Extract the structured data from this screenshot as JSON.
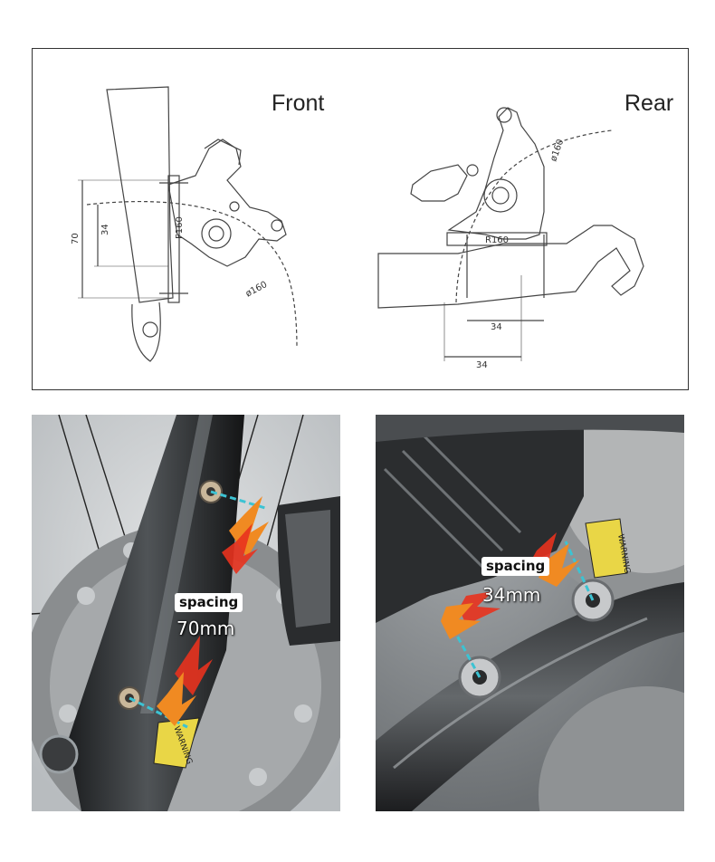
{
  "diagram": {
    "front_label": "Front",
    "rear_label": "Rear",
    "front_dims": {
      "d70": "70",
      "d34": "34",
      "rotor": "ø160",
      "mount": "F160"
    },
    "rear_dims": {
      "d34a": "34",
      "d34b": "34",
      "rotor": "ø160",
      "mount": "R160"
    }
  },
  "photos": {
    "front": {
      "spacing_label": "spacing",
      "spacing_value": "70mm",
      "warning_text": "WARNING"
    },
    "rear": {
      "spacing_label": "spacing",
      "spacing_value": "34mm",
      "warning_text": "WARNING"
    }
  },
  "colors": {
    "guide_line": "#3cc3d3",
    "arrow_orange": "#f08a22",
    "arrow_red": "#e8321e"
  }
}
